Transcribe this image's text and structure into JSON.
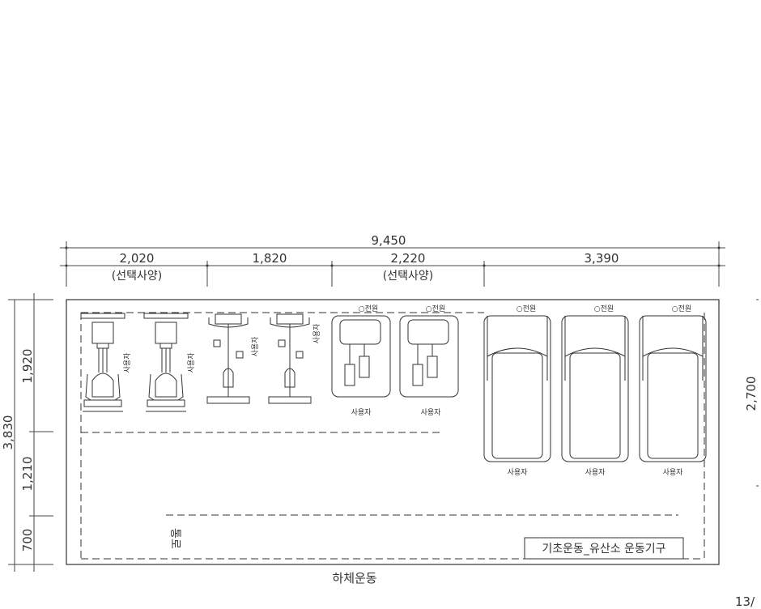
{
  "dimensions": {
    "total_width": "9,450",
    "segments": [
      "2,020",
      "1,820",
      "2,220",
      "3,390"
    ],
    "options": [
      "(선택사양)",
      "(선택사양)"
    ],
    "left_total": "3,830",
    "left_segments": [
      "1,920",
      "1,210",
      "700"
    ],
    "right": "2,700"
  },
  "labels": {
    "power": "○전원",
    "user": "사용자",
    "rail": "통로",
    "zone": "하체운동",
    "title_box": "기초운동_유산소 운동기구",
    "page_number": "13/"
  }
}
